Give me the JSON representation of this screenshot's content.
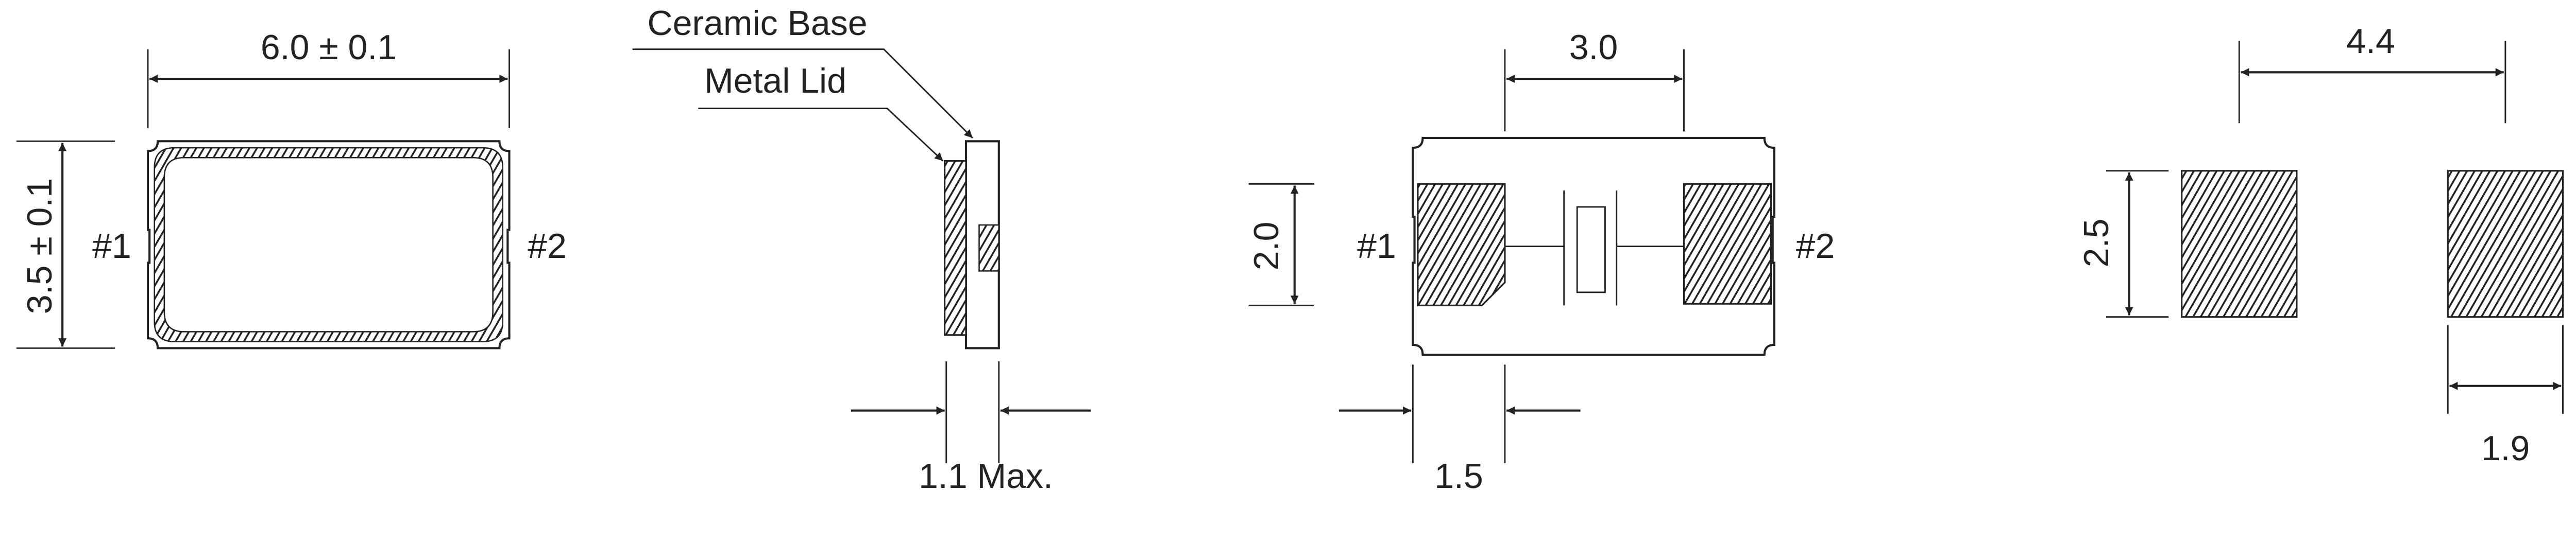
{
  "colors": {
    "line": "#222222",
    "background": "#ffffff"
  },
  "top_view": {
    "width_dim": "6.0 ± 0.1",
    "height_dim": "3.5 ± 0.1",
    "pin1": "#1",
    "pin2": "#2"
  },
  "side_view": {
    "ceramic_base_label": "Ceramic Base",
    "metal_lid_label": "Metal Lid",
    "thickness_dim": "1.1 Max."
  },
  "bottom_view": {
    "pad_spacing_dim": "3.0",
    "pad_height_dim": "2.0",
    "pad_width_dim": "1.5",
    "pin1": "#1",
    "pin2": "#2"
  },
  "land_pattern": {
    "span_dim": "4.4",
    "pad_height_dim": "2.5",
    "pad_width_dim": "1.9"
  }
}
